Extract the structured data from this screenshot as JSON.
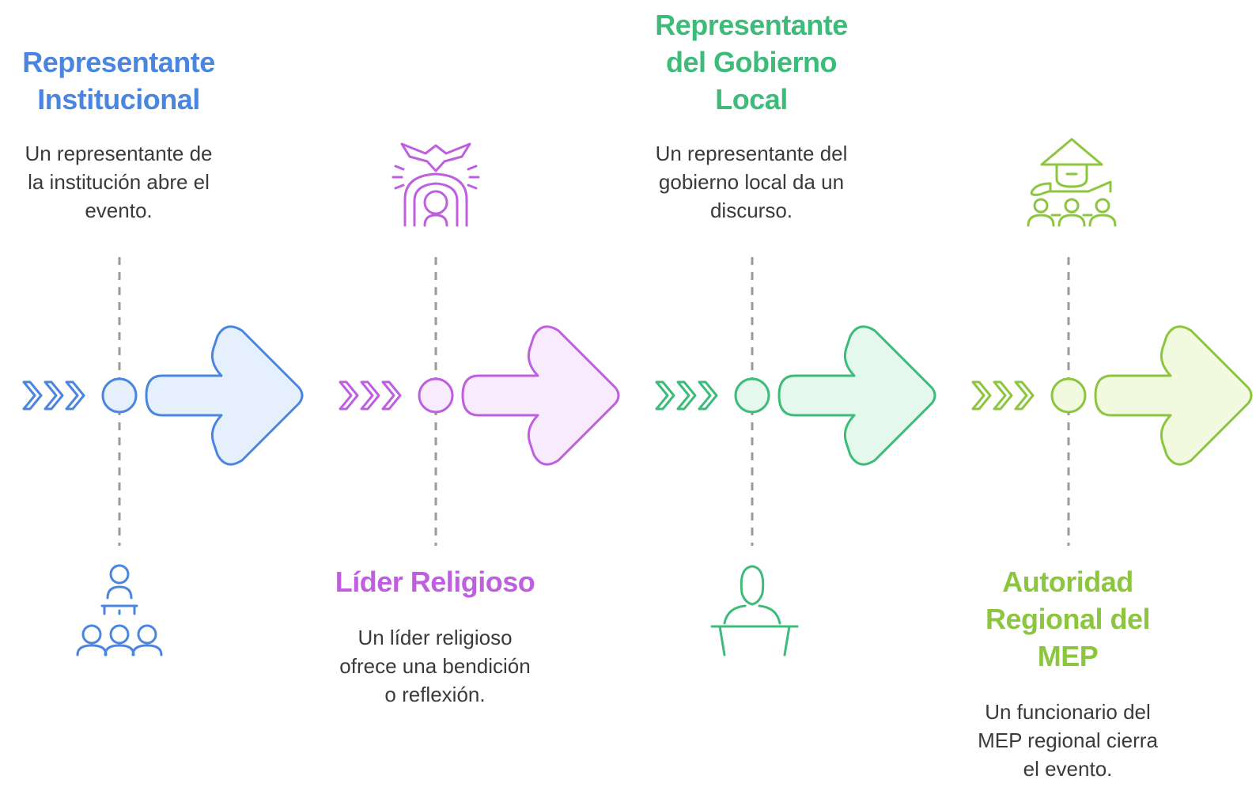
{
  "steps": [
    {
      "title": "Representante\nInstitucional",
      "description": "Un representante de\nla institución abre el\nevento.",
      "icon": "audience-podium-icon",
      "color": "#4a86e0",
      "fill": "#e6effc"
    },
    {
      "title": "Líder Religioso",
      "description": "Un líder religioso\nofrece una bendición\no reflexión.",
      "icon": "religious-figure-dove-icon",
      "color": "#bf5fe0",
      "fill": "#f8ebfd"
    },
    {
      "title": "Representante\ndel Gobierno\nLocal",
      "description": "Un representante del\ngobierno local da un\ndiscurso.",
      "icon": "speaker-podium-icon",
      "color": "#3dbb79",
      "fill": "#e5f8ee"
    },
    {
      "title": "Autoridad\nRegional del\nMEP",
      "description": "Un funcionario del\nMEP regional cierra\nel evento.",
      "icon": "official-with-people-icon",
      "color": "#8cc63e",
      "fill": "#f1fadf"
    }
  ]
}
